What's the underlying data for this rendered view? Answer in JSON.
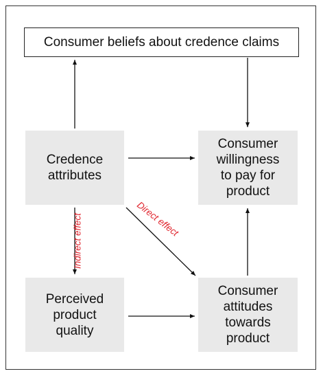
{
  "diagram": {
    "top_box": "Consumer beliefs about credence claims",
    "nodes": {
      "credence": "Credence\nattributes",
      "wtp": "Consumer\nwillingness\nto pay for\nproduct",
      "quality": "Perceived\nproduct\nquality",
      "attitude": "Consumer\nattitudes\ntowards\nproduct"
    },
    "labels": {
      "indirect": "Indirect effect",
      "direct": "Direct effect"
    },
    "colors": {
      "node_fill": "#e9e9e9",
      "arrow": "#111111",
      "effect_label": "#e0242d"
    }
  }
}
